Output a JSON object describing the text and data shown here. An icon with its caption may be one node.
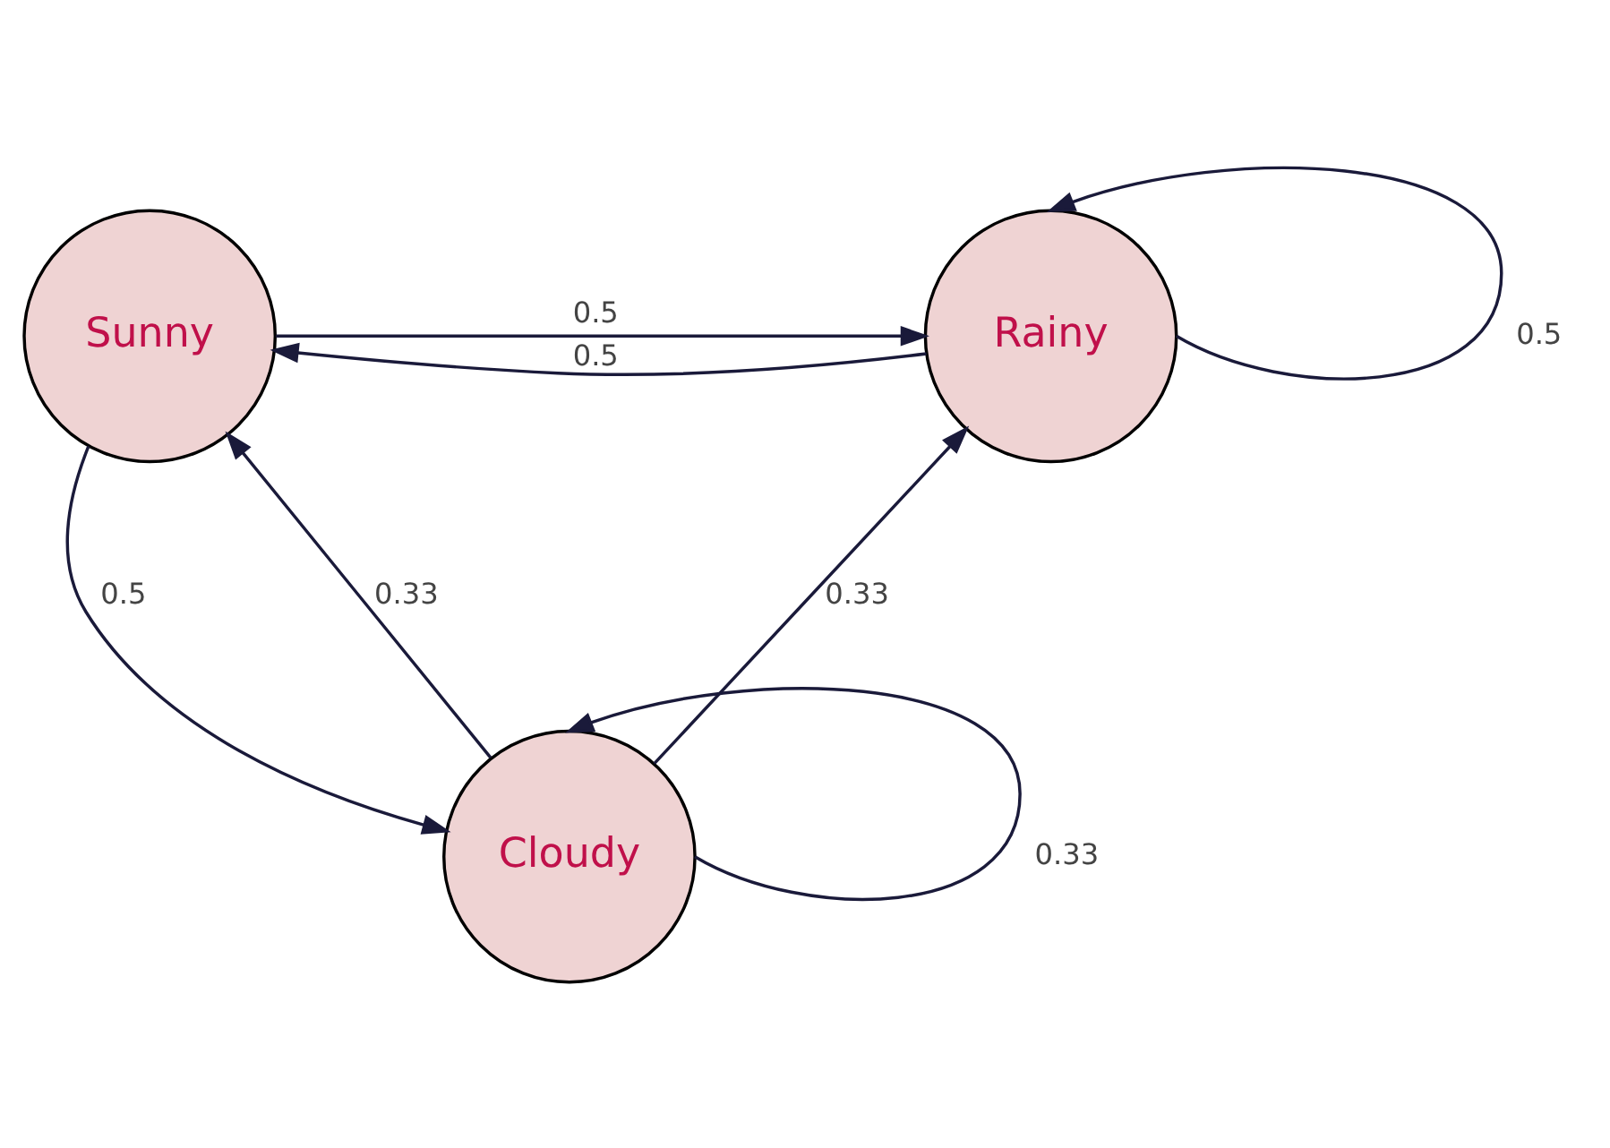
{
  "diagram": {
    "nodes": [
      {
        "text": [
          "Sunny"
        ]
      },
      {
        "text": [
          "Rainy"
        ]
      },
      {
        "text": [
          "Cloudy"
        ]
      }
    ],
    "edges": [
      {
        "from": 0,
        "to": 1,
        "arrow": "to",
        "label": "0.5"
      },
      {
        "from": 1,
        "to": 0,
        "arrow": "to",
        "label": "0.5"
      },
      {
        "from": 1,
        "to": 1,
        "arrow": "to",
        "label": "0.5"
      },
      {
        "from": 0,
        "to": 2,
        "arrow": "to",
        "label": "0.5"
      },
      {
        "from": 2,
        "to": 0,
        "arrow": "to",
        "label": "0.33"
      },
      {
        "from": 2,
        "to": 1,
        "arrow": "to",
        "label": "0.33"
      },
      {
        "from": 2,
        "to": 2,
        "arrow": "to",
        "label": "0.33"
      }
    ]
  }
}
